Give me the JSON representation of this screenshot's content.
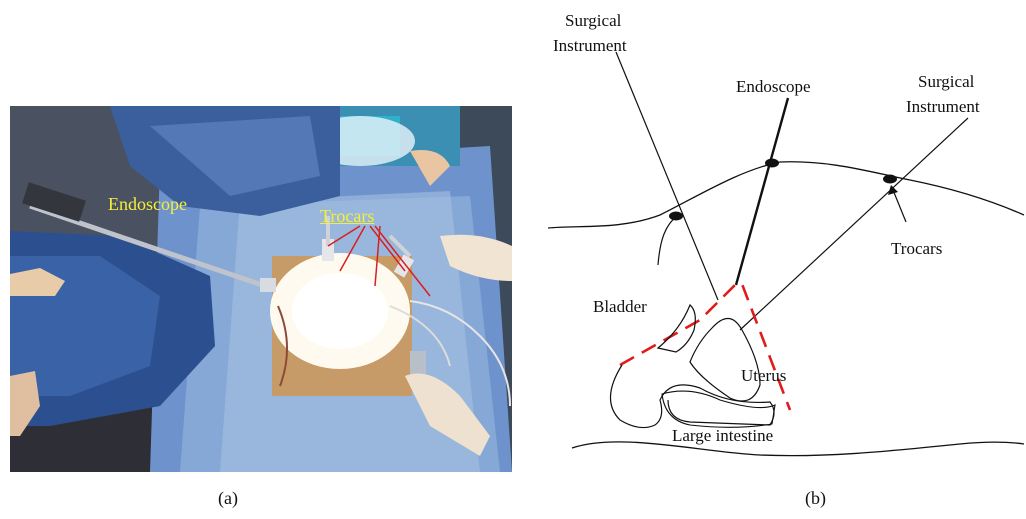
{
  "panel_a": {
    "caption": "(a)",
    "labels": {
      "endoscope": "Endoscope",
      "trocars": "Trocars"
    }
  },
  "panel_b": {
    "caption": "(b)",
    "labels": {
      "instrument_left_1": "Surgical",
      "instrument_left_2": "Instrument",
      "endoscope": "Endoscope",
      "instrument_right_1": "Surgical",
      "instrument_right_2": "Instrument",
      "trocars": "Trocars",
      "bladder": "Bladder",
      "uterus": "Uterus",
      "large_intestine": "Large intestine"
    }
  },
  "colors": {
    "label_yellow": "#f4f03a",
    "annotation_red": "#d62020",
    "dashed_red": "#e01b1b",
    "drape_blue": "#5f86c2"
  }
}
